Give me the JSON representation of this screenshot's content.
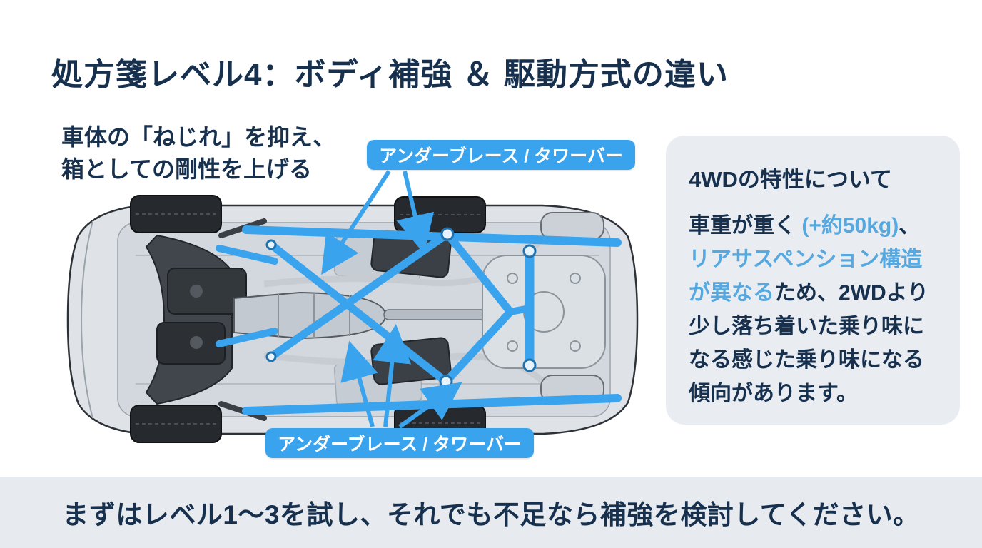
{
  "title": "処方箋レベル4：ボディ補強 ＆ 駆動方式の違い",
  "subtitle": {
    "line1": "車体の「ねじれ」を抑え、",
    "line2": "箱としての剛性を上げる"
  },
  "labels": {
    "top_brace": "アンダーブレース / タワーバー",
    "bottom_brace": "アンダーブレース / タワーバー"
  },
  "panel": {
    "heading": "4WDの特性について",
    "body_segments": [
      {
        "text": "車重が重く ",
        "style": "dark"
      },
      {
        "text": "(+約50kg)",
        "style": "blue"
      },
      {
        "text": "、",
        "style": "dark"
      },
      {
        "text": "リアサスペンション構造が異なる",
        "style": "blue"
      },
      {
        "text": "ため、2WDより少し落ち着いた乗り味になる感じた乗り味になる傾向があります。",
        "style": "dark"
      }
    ]
  },
  "footer": {
    "text": "まずはレベル1〜3を試し、それでも不足なら補強を検討してください。"
  },
  "diagram": {
    "description": "car-underbody-bottom-view-with-blue-chassis-braces"
  },
  "colors": {
    "navy": "#16304e",
    "brace_blue": "#3aa3ee",
    "brace_stroke": "#1f72ad",
    "panel_bg": "#e9edf2",
    "footer_bg": "#e7eaee",
    "blue_text": "#55a8e0"
  }
}
